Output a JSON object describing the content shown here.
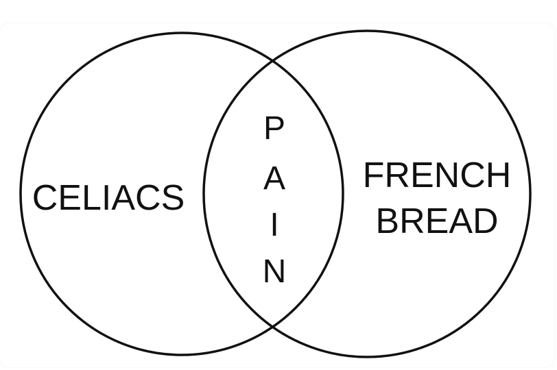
{
  "diagram": {
    "type": "venn",
    "left_label": "CELIACS",
    "right_label_line1": "FRENCH",
    "right_label_line2": "BREAD",
    "overlap_letters": [
      "P",
      "A",
      "I",
      "N"
    ],
    "stroke_color": "#111111",
    "fill_color": "#ffffff"
  }
}
